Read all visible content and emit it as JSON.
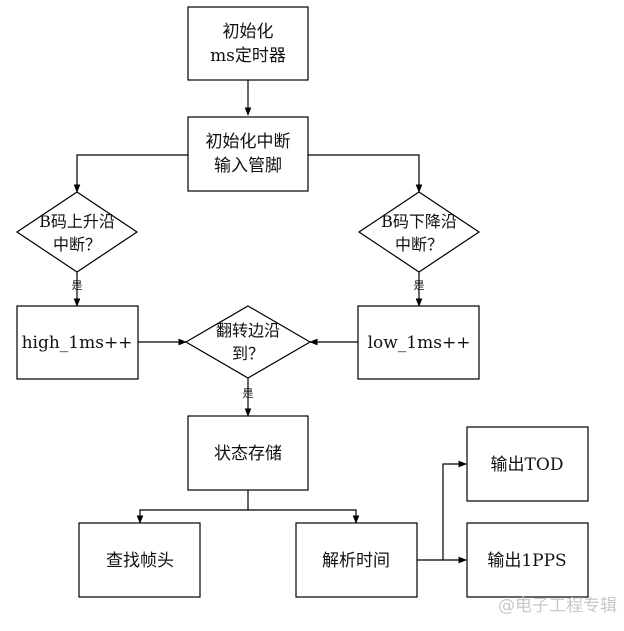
{
  "nodes": {
    "init_timer": {
      "line1": "初始化",
      "line2": "ms定时器"
    },
    "init_interrupt": {
      "line1": "初始化中断",
      "line2": "输入管脚"
    },
    "rising_check": {
      "line1": "B码上升沿",
      "line2": "中断？"
    },
    "falling_check": {
      "line1": "B码下降沿",
      "line2": "中断？"
    },
    "high_count": {
      "label": "high_1ms++"
    },
    "edge_check": {
      "line1": "翻转边沿",
      "line2": "到？"
    },
    "low_count": {
      "label": "low_1ms++"
    },
    "state_store": {
      "label": "状态存储"
    },
    "find_frame_head": {
      "label": "查找帧头"
    },
    "parse_time": {
      "label": "解析时间"
    },
    "output_tod": {
      "label": "输出TOD"
    },
    "output_1pps": {
      "label": "输出1PPS"
    }
  },
  "edge_labels": {
    "rising_yes": "是",
    "falling_yes": "是",
    "edge_yes": "是"
  },
  "watermark": "@电子工程专辑",
  "colors": {
    "stroke": "#000000",
    "text": "#111111",
    "watermark": "#c8c8c8"
  }
}
